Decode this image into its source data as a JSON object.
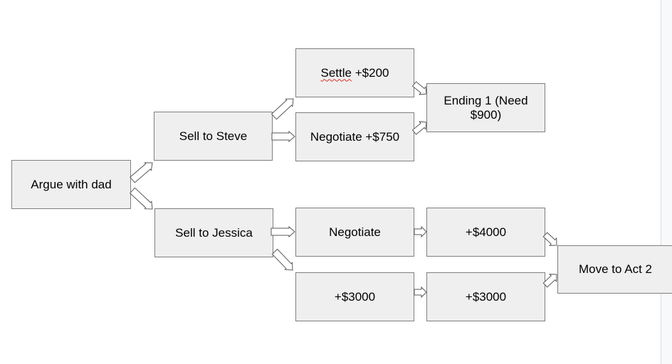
{
  "nodes": {
    "argue_with_dad": "Argue with dad",
    "sell_to_steve": "Sell to Steve",
    "sell_to_jessica": "Sell to Jessica",
    "settle_word": "Settle",
    "settle_amount": "+$200",
    "negotiate_750": "Negotiate +$750",
    "ending_1": "Ending 1 (Need $900)",
    "negotiate": "Negotiate",
    "plus_4000": "+$4000",
    "plus_3000_a": "+$3000",
    "plus_3000_b": "+$3000",
    "move_to_act_2": "Move to Act 2"
  },
  "colors": {
    "box_fill": "#efefef",
    "box_border": "#7f7f7f",
    "arrow_fill": "#ffffff",
    "arrow_stroke": "#595959",
    "spellcheck_underline": "#d93025"
  }
}
